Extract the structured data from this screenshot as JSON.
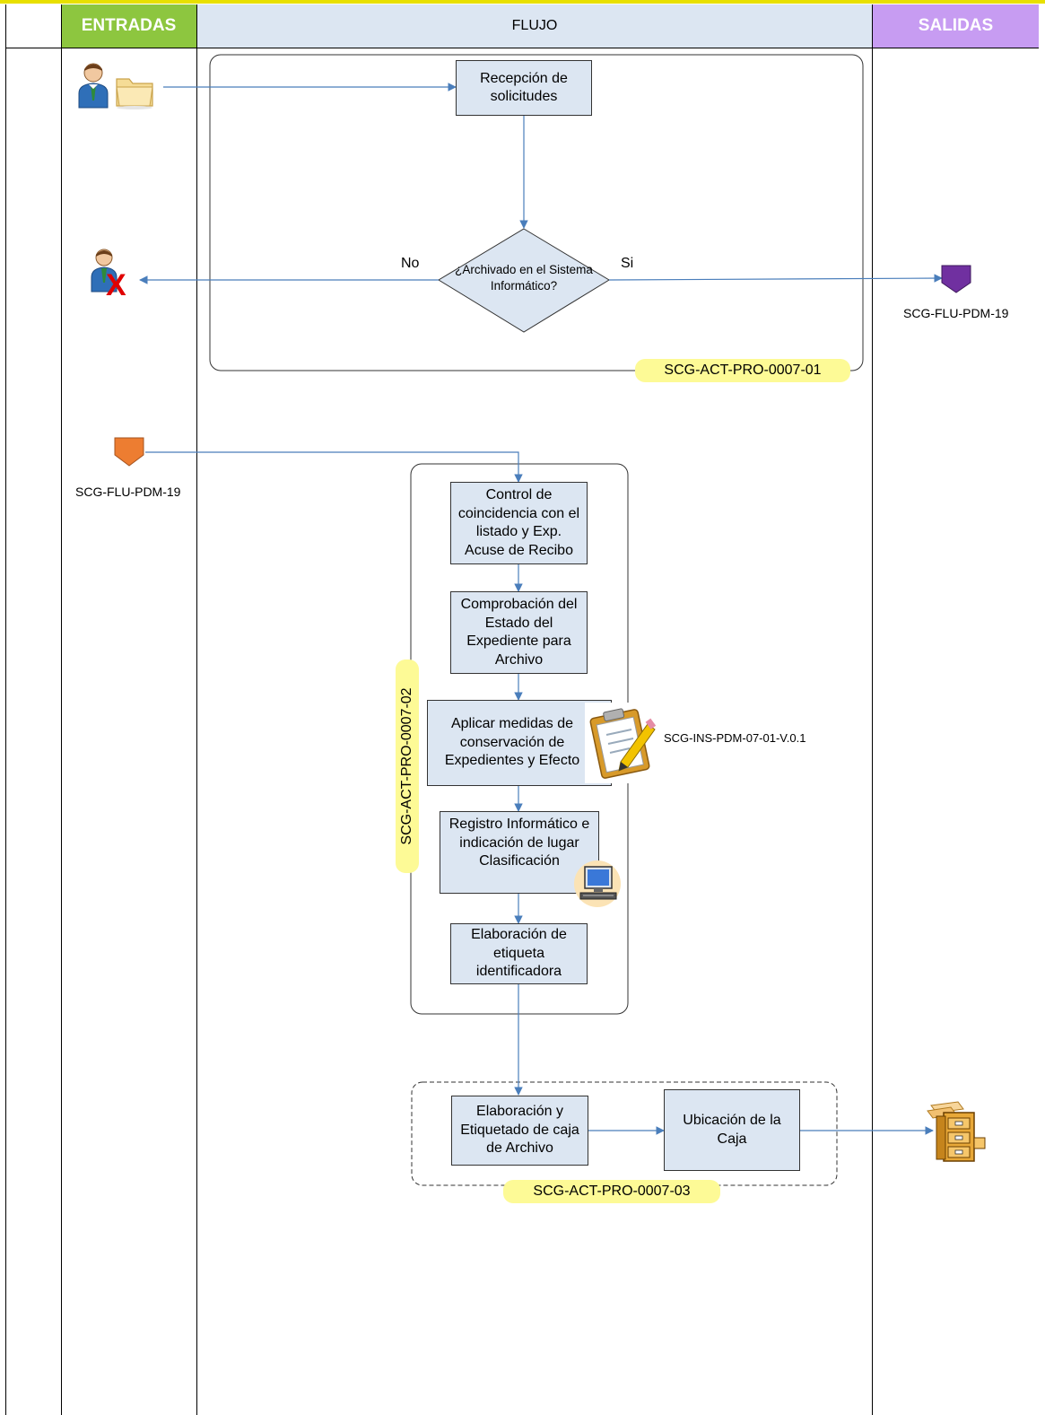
{
  "header": {
    "inputs_label": "ENTRADAS",
    "flow_label": "FLUJO",
    "outputs_label": "SALIDAS"
  },
  "colors": {
    "inputs_header": "#8dc63f",
    "flow_header": "#dce6f2",
    "outputs_header": "#c79cf2",
    "process_box": "#dce6f2",
    "group_tag": "#fdfa96",
    "connector": "#4a7ebb",
    "outgoing_reference": "#7030a0",
    "incoming_reference": "#ed7d31",
    "top_border": "#e8e000"
  },
  "icons": {
    "requester": "person-icon",
    "request_folder": "folder-icon",
    "rejected_requester": "person-rejected-icon",
    "instruction_doc": "clipboard-pencil-icon",
    "computer": "computer-icon",
    "archive_cabinet": "filing-cabinet-icon"
  },
  "group1": {
    "tag": "SCG-ACT-PRO-0007-01",
    "step1": "Recepción de solicitudes",
    "decision": "¿Archivado en el Sistema Informático?",
    "no_label": "No",
    "yes_label": "Si"
  },
  "group2": {
    "tag": "SCG-ACT-PRO-0007-02",
    "step1": "Control de coincidencia con el listado y Exp. Acuse de Recibo",
    "step2": "Comprobación del Estado del Expediente para Archivo",
    "step3": "Aplicar medidas de conservación de Expedientes y Efecto",
    "step4": "Registro Informático e indicación de lugar Clasificación",
    "step5": "Elaboración de etiqueta identificadora",
    "instruction_ref": "SCG-INS-PDM-07-01-V.0.1"
  },
  "group3": {
    "tag": "SCG-ACT-PRO-0007-03",
    "step1": "Elaboración y Etiquetado de caja de Archivo",
    "step2": "Ubicación de la Caja"
  },
  "references": {
    "output_ref": "SCG-FLU-PDM-19",
    "input_ref": "SCG-FLU-PDM-19"
  }
}
